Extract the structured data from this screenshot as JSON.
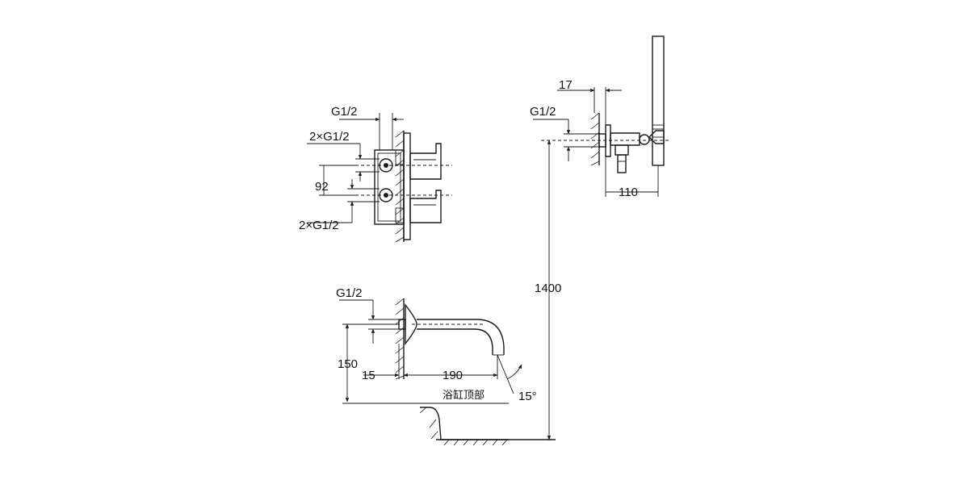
{
  "mixer": {
    "label_g12": "G1/2",
    "label_2xg12_top": "2×G1/2",
    "label_92": "92",
    "label_2xg12_bottom": "2×G1/2"
  },
  "shower": {
    "label_17": "17",
    "label_g12": "G1/2",
    "label_110": "110"
  },
  "height": {
    "label_1400": "1400"
  },
  "spout": {
    "label_g12": "G1/2",
    "label_150": "150",
    "label_15": "15",
    "label_190": "190",
    "label_15deg": "15°",
    "label_bathtub_top": "浴缸顶部"
  },
  "colors": {
    "line": "#1a1a1a",
    "background": "#ffffff"
  }
}
